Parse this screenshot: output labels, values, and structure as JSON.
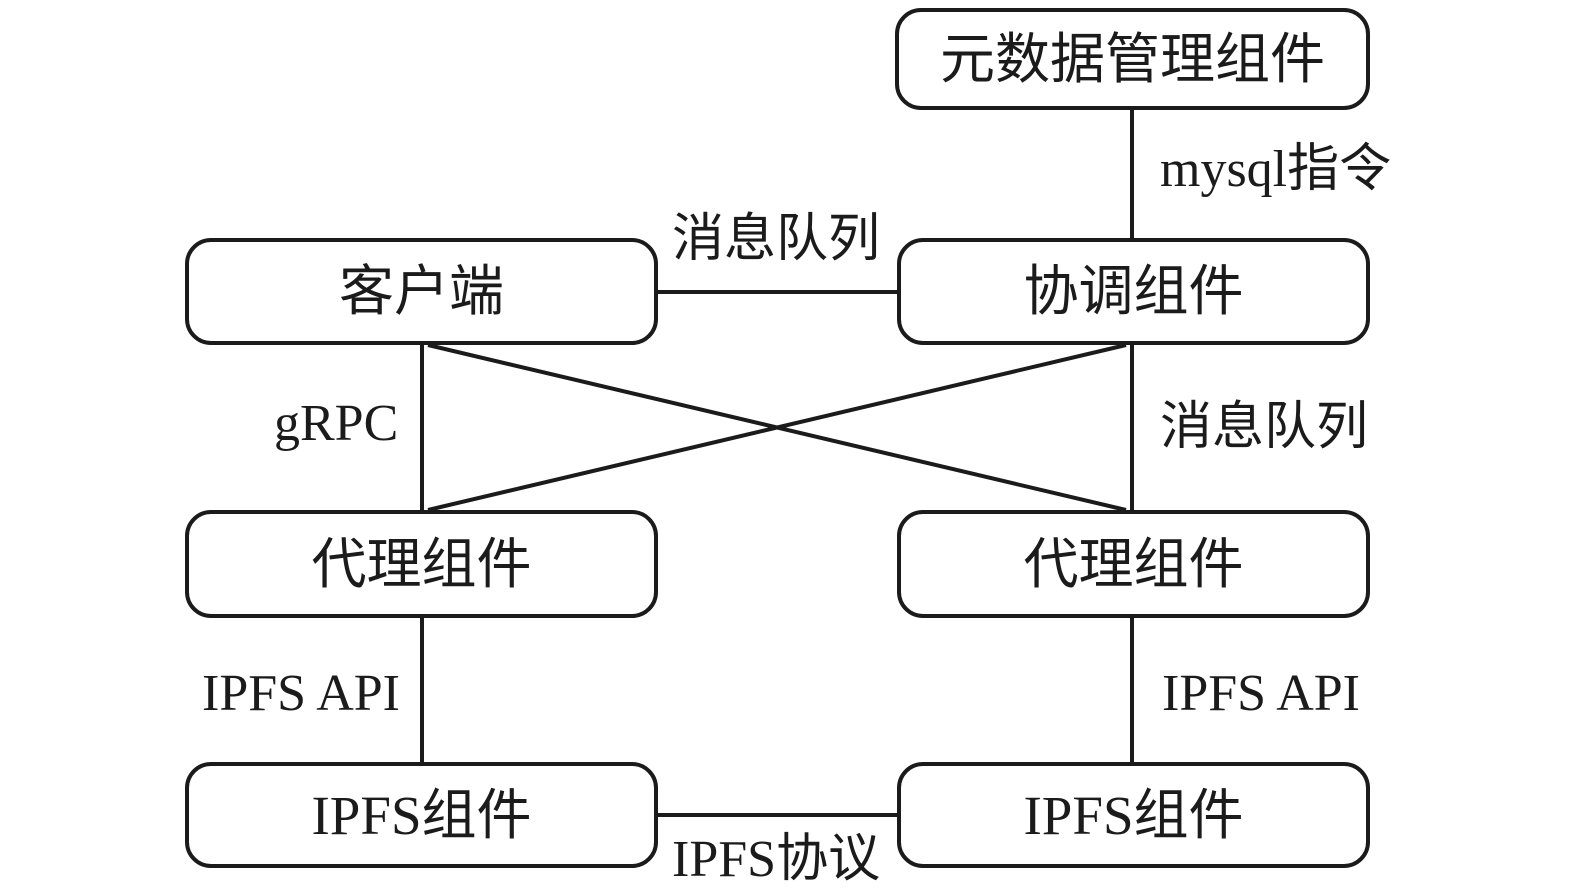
{
  "colors": {
    "ink": "#1b1b1b",
    "background": "#ffffff"
  },
  "nodes": [
    {
      "id": "metadata-manager",
      "label": "元数据管理组件"
    },
    {
      "id": "client",
      "label": "客户端"
    },
    {
      "id": "coordinator",
      "label": "协调组件"
    },
    {
      "id": "proxy-left",
      "label": "代理组件"
    },
    {
      "id": "proxy-right",
      "label": "代理组件"
    },
    {
      "id": "ipfs-left",
      "label": "IPFS组件"
    },
    {
      "id": "ipfs-right",
      "label": "IPFS组件"
    }
  ],
  "edges": [
    {
      "from": "metadata-manager",
      "to": "coordinator",
      "label": "mysql指令"
    },
    {
      "from": "client",
      "to": "coordinator",
      "label": "消息队列"
    },
    {
      "from": "client",
      "to": "proxy-left",
      "label": "gRPC"
    },
    {
      "from": "coordinator",
      "to": "proxy-right",
      "label": "消息队列"
    },
    {
      "from": "client",
      "to": "proxy-right",
      "label": ""
    },
    {
      "from": "coordinator",
      "to": "proxy-left",
      "label": ""
    },
    {
      "from": "proxy-left",
      "to": "ipfs-left",
      "label": "IPFS API"
    },
    {
      "from": "proxy-right",
      "to": "ipfs-right",
      "label": "IPFS API"
    },
    {
      "from": "ipfs-left",
      "to": "ipfs-right",
      "label": "IPFS协议"
    }
  ]
}
